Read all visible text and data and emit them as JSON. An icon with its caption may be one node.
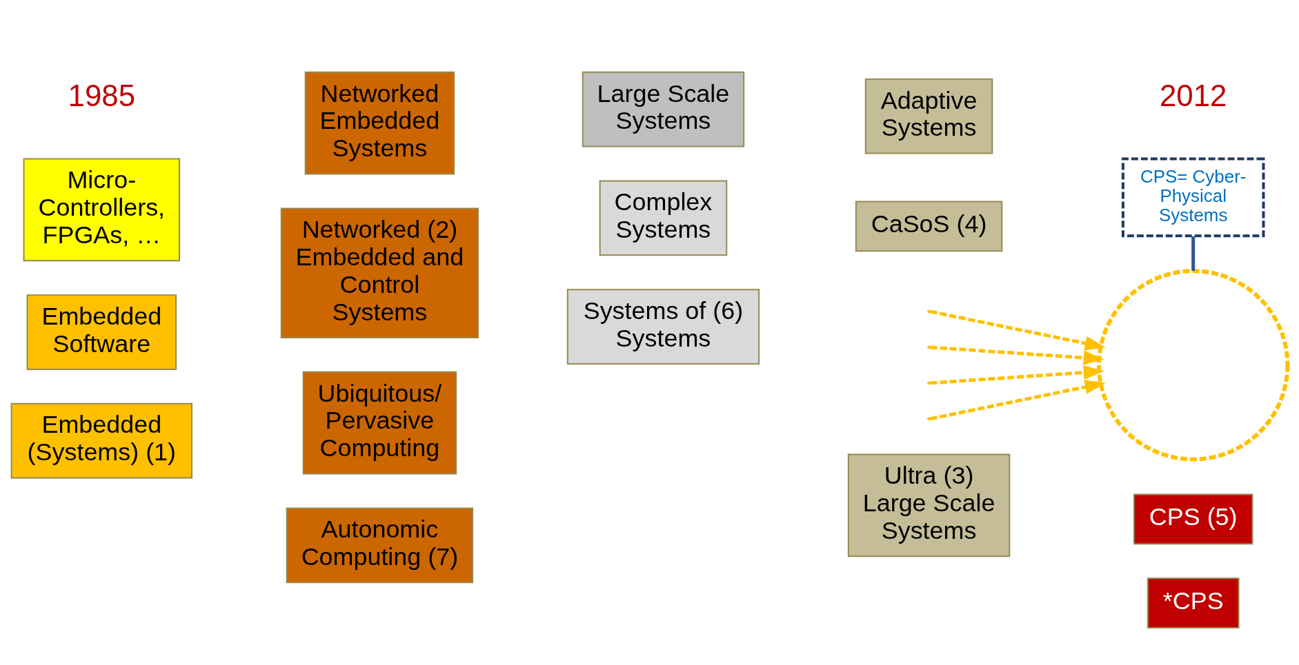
{
  "diagram": {
    "nodes": [
      {
        "text": [
          "Autonomic Computing (7)"
        ]
      },
      {
        "text": [
          "Systems of (6) Systems"
        ]
      },
      {
        "text": [
          "Ubiquitous/ Pervasive Computing"
        ]
      },
      {
        "text": [
          "Ultra (3) Large Scale Systems"
        ]
      },
      {
        "text": [
          "*CPS"
        ]
      },
      {
        "text": [
          "CPS (5)"
        ]
      },
      {
        "text": [],
        "shape": "circle"
      },
      {
        "text": [
          "Complex Systems"
        ]
      },
      {
        "text": [
          "Networked (2) Embedded and Control Systems"
        ]
      },
      {
        "text": [
          "Embedded (Systems) (1)"
        ]
      },
      {
        "text": [
          "CaSoS (4)"
        ]
      },
      {
        "text": [
          "Large Scale Systems"
        ]
      },
      {
        "text": [
          "Embedded Software"
        ]
      },
      {
        "text": [
          "Micro-Controllers, FPGAs, …"
        ]
      },
      {
        "text": [
          "Networked Embedded Systems"
        ]
      },
      {
        "text": [
          "CPS= Cyber-Physical Systems"
        ]
      },
      {
        "text": [
          "Adaptive Systems"
        ]
      }
    ],
    "edges": [
      {
        "from": null,
        "to": 6,
        "arrow": "to",
        "style": "dashed"
      },
      {
        "from": null,
        "to": 6,
        "arrow": "to",
        "style": "dashed"
      },
      {
        "from": null,
        "to": 6,
        "arrow": "to",
        "style": "dashed"
      },
      {
        "from": null,
        "to": 6,
        "arrow": "to",
        "style": "dashed"
      },
      {
        "from": 15,
        "to": 6,
        "arrow": "none",
        "color": "#2f5597"
      }
    ],
    "labels": [
      "1985",
      "2012"
    ]
  }
}
